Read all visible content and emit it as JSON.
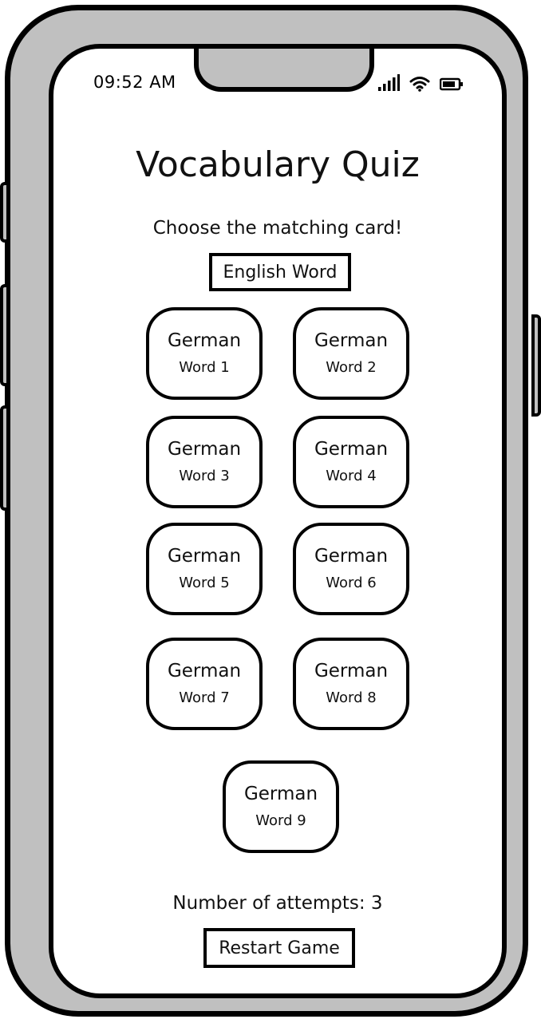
{
  "status_bar": {
    "time": "09:52 AM",
    "icons": [
      "cellular-signal-icon",
      "wifi-icon",
      "battery-icon"
    ]
  },
  "quiz": {
    "title": "Vocabulary Quiz",
    "instruction": "Choose the matching card!",
    "prompt_word": "English Word",
    "cards": [
      {
        "line1": "German",
        "line2": "Word 1"
      },
      {
        "line1": "German",
        "line2": "Word 2"
      },
      {
        "line1": "German",
        "line2": "Word 3"
      },
      {
        "line1": "German",
        "line2": "Word 4"
      },
      {
        "line1": "German",
        "line2": "Word 5"
      },
      {
        "line1": "German",
        "line2": "Word 6"
      },
      {
        "line1": "German",
        "line2": "Word 7"
      },
      {
        "line1": "German",
        "line2": "Word 8"
      },
      {
        "line1": "German",
        "line2": "Word 9"
      }
    ],
    "attempts_text": "Number of attempts: 3",
    "restart_label": "Restart Game"
  },
  "colors": {
    "frame": "#c0c0c0",
    "outline": "#000000",
    "screen": "#ffffff"
  }
}
